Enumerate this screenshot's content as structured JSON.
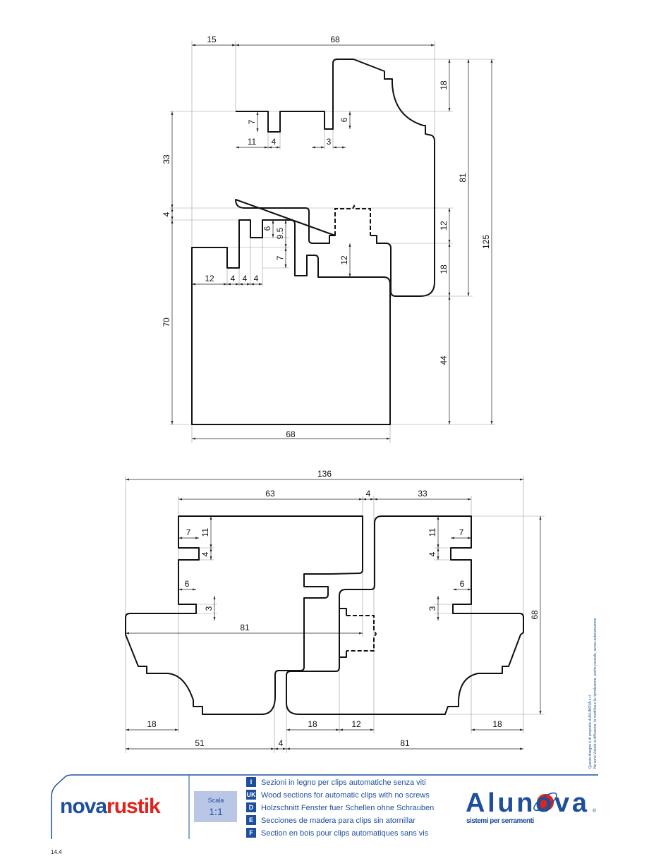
{
  "top_section": {
    "dims": [
      "15",
      "68",
      "18",
      "81",
      "125",
      "33",
      "4",
      "70",
      "7",
      "11",
      "4",
      "3",
      "6",
      "6",
      "9.5",
      "7",
      "12",
      "4",
      "4",
      "4",
      "12",
      "12",
      "18",
      "44",
      "68"
    ]
  },
  "bottom_section": {
    "dims": [
      "136",
      "63",
      "4",
      "33",
      "68",
      "7",
      "11",
      "4",
      "6",
      "3",
      "81",
      "11",
      "7",
      "4",
      "6",
      "3",
      "18",
      "18",
      "12",
      "18",
      "51",
      "4",
      "81"
    ]
  },
  "footer": {
    "brand_left_a": "nova",
    "brand_left_b": "rustik",
    "scale_label": "Scala",
    "scale_value": "1:1",
    "languages": [
      {
        "code": "I",
        "text": "Sezioni in legno per clips automatiche senza viti"
      },
      {
        "code": "UK",
        "text": "Wood sections for automatic clips with no screws"
      },
      {
        "code": "D",
        "text": "Holzschnitt Fenster fuer Schellen ohne Schrauben"
      },
      {
        "code": "E",
        "text": "Secciones de madera para clips sin atornillar"
      },
      {
        "code": "F",
        "text": "Section en bois pour clips automatiques sans vis"
      }
    ],
    "brand_right": "Alunova",
    "brand_right_tagline": "sistemi per serramenti",
    "page_number": "14.4"
  },
  "copyright": {
    "line1": "Questo disegno è di proprietà di ALUNOVA s.r.l.",
    "line2": "Ne sono Vietate la diffusione, la modifica e la riproduzione, anche parziale, senza autorizzazione"
  },
  "colors": {
    "brand_blue": "#1d4f9c",
    "brand_red": "#e2231a",
    "scale_box": "#b9c6e6"
  }
}
